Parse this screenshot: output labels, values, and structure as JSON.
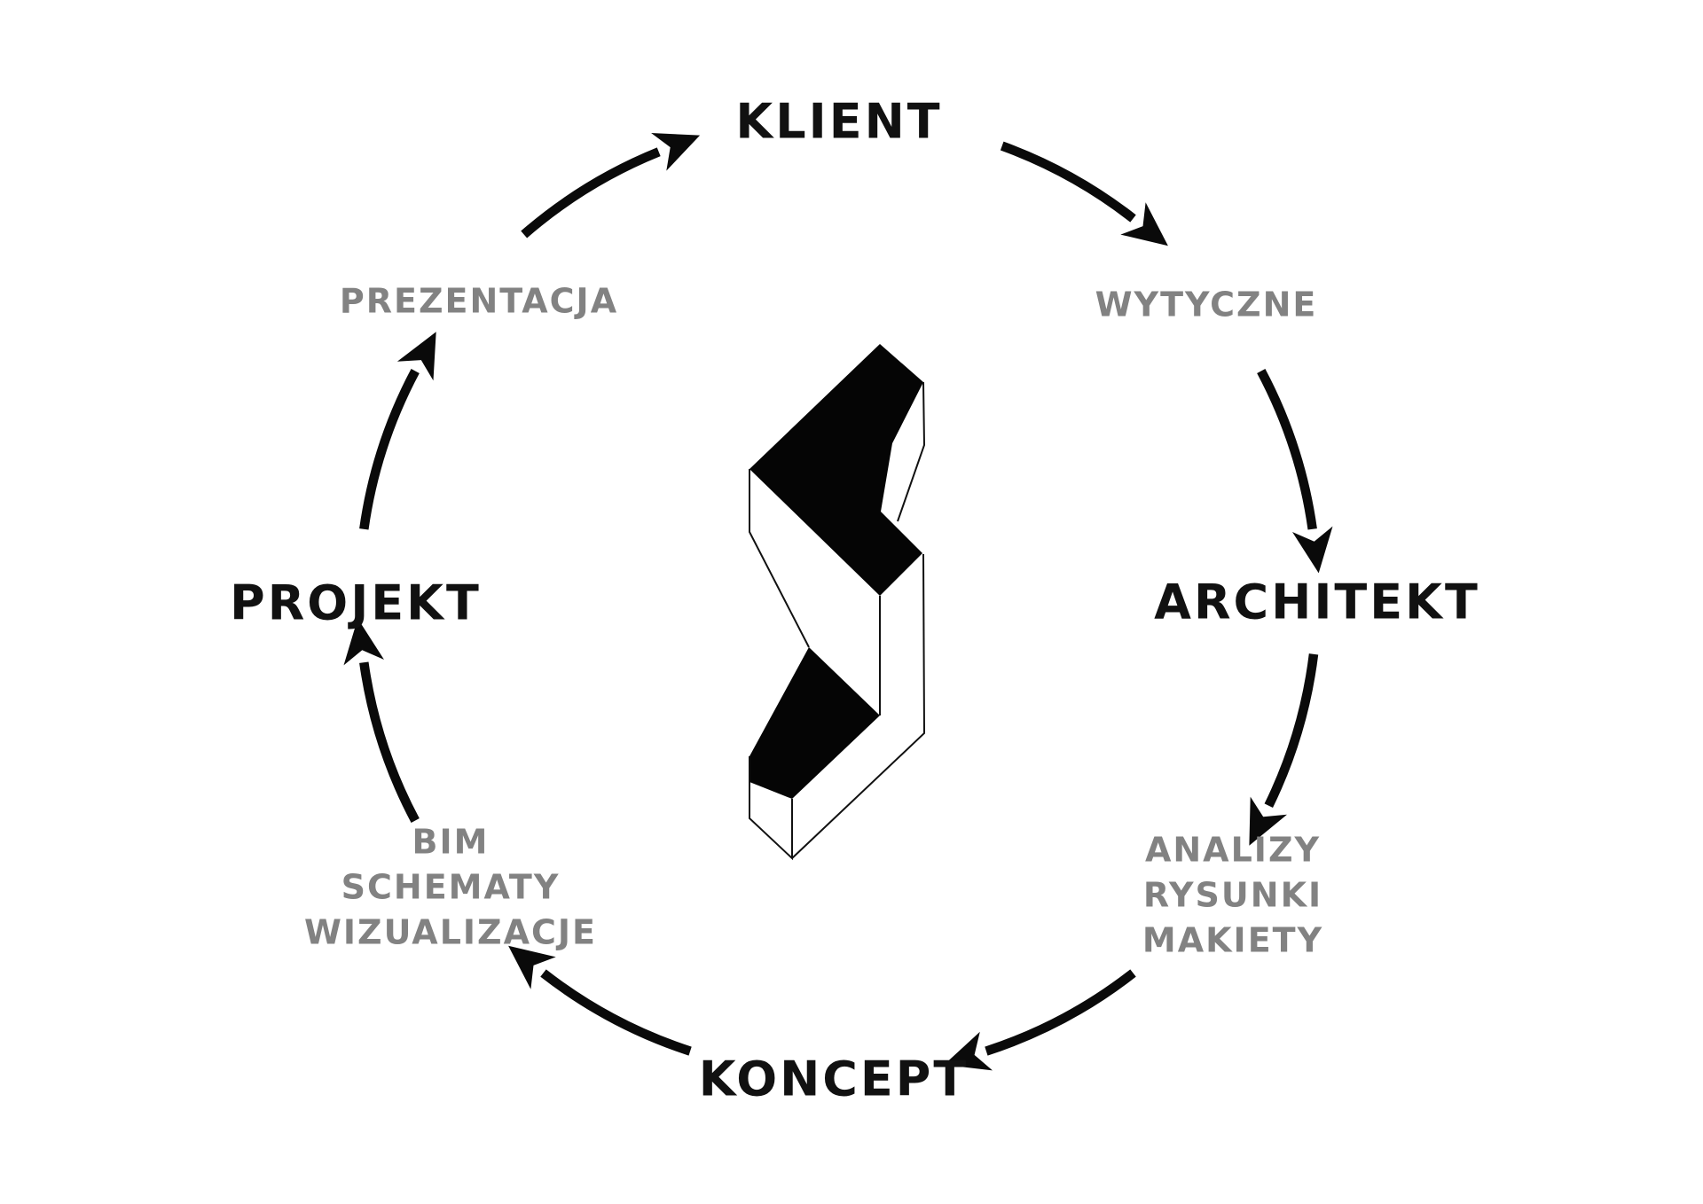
{
  "diagram": {
    "title": "Architect workflow cycle",
    "colors": {
      "primary_text": "#111111",
      "secondary_text": "#828282",
      "arrow": "#0a0a0a",
      "background": "#ffffff",
      "logo_fill": "#050505"
    },
    "labels": {
      "klient": "KLIENT",
      "wytyczne": "WYTYCZNE",
      "architekt": "ARCHITEKT",
      "analizy_line1": "ANALIZY",
      "analizy_line2": "RYSUNKI",
      "analizy_line3": "MAKIETY",
      "koncept": "KONCEPT",
      "bim_line1": "BIM",
      "bim_line2": "SCHEMATY",
      "bim_line3": "WIZUALIZACJE",
      "projekt": "PROJEKT",
      "prezentacja": "PREZENTACJA"
    },
    "flow_clockwise": [
      "KLIENT",
      "WYTYCZNE",
      "ARCHITEKT",
      "ANALIZY RYSUNKI MAKIETY",
      "KONCEPT",
      "BIM SCHEMATY WIZUALIZACJE",
      "PROJEKT",
      "PREZENTACJA"
    ],
    "center_logo": "isometric-s-monogram"
  }
}
